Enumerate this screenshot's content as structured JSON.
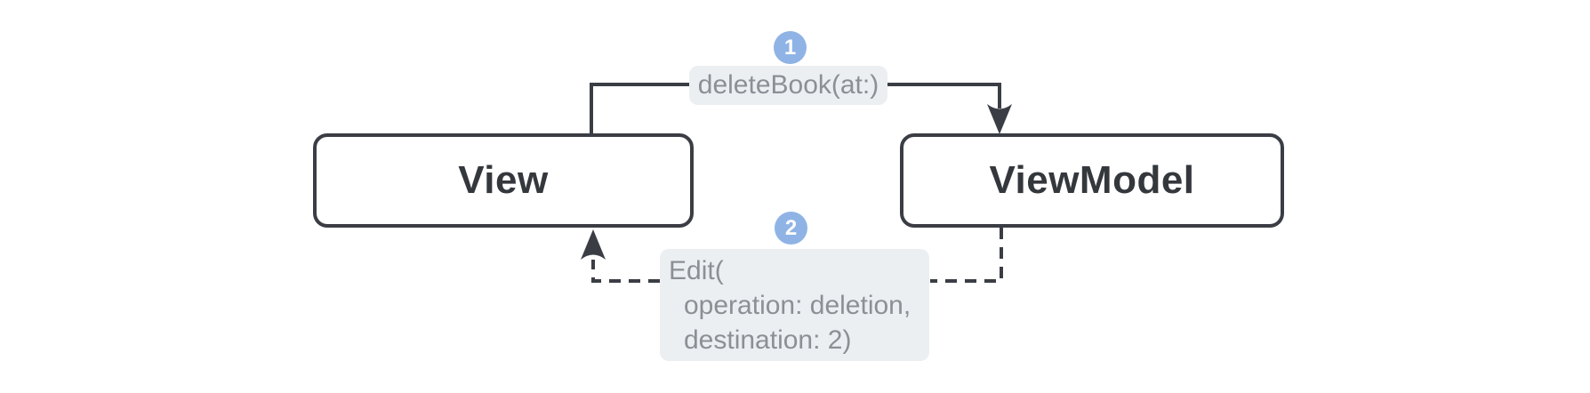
{
  "diagram": {
    "title_implicit": "",
    "nodes": {
      "view": {
        "label": "View"
      },
      "viewmodel": {
        "label": "ViewModel"
      }
    },
    "steps": [
      {
        "number": "1",
        "message": "deleteBook(at:)",
        "arrow_style": "solid",
        "direction": "View to ViewModel"
      },
      {
        "number": "2",
        "message_lines": [
          "Edit(",
          "operation: deletion,",
          "destination: 2)"
        ],
        "arrow_style": "dashed",
        "direction": "ViewModel to View"
      }
    ]
  },
  "colors": {
    "background": "#ffffff",
    "line": "#3a3e44",
    "node_border": "#3a3e44",
    "node_fill": "#ffffff",
    "node_text": "#34383d",
    "label_bg": "#eceff1",
    "label_text": "#8b9096",
    "badge_bg": "#8fb3e5",
    "badge_text": "#ffffff"
  }
}
